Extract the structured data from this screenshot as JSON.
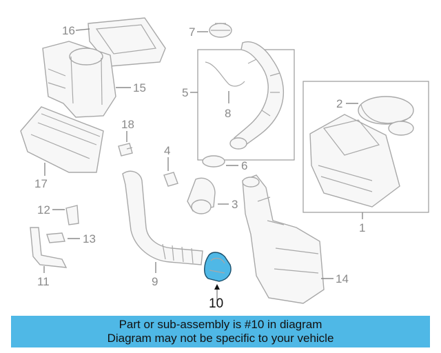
{
  "callouts": {
    "c1": "1",
    "c2": "2",
    "c3": "3",
    "c4": "4",
    "c5": "5",
    "c6": "6",
    "c7": "7",
    "c8": "8",
    "c9": "9",
    "c10": "10",
    "c11": "11",
    "c12": "12",
    "c13": "13",
    "c14": "14",
    "c15": "15",
    "c16": "16",
    "c17": "17",
    "c18": "18"
  },
  "highlight": {
    "part_number": "10",
    "color": "#4fb8e6"
  },
  "banner": {
    "line1": "Part or sub-assembly is #10 in diagram",
    "line2": "Diagram may not be specific to your vehicle",
    "color": "#4fb8e6"
  }
}
